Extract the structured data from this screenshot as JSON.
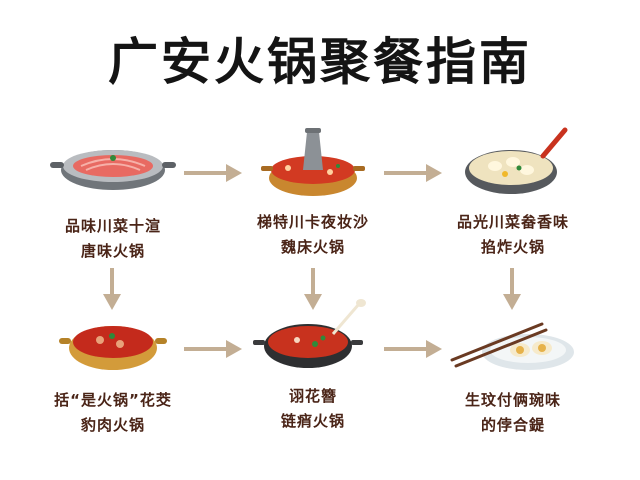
{
  "title": "广安火锅聚餐指南",
  "nodes": [
    {
      "id": "n1",
      "line1": "品味川菜十渲",
      "line2": "唐味火锅",
      "icon": "meat-platter-pot-icon"
    },
    {
      "id": "n2",
      "line1": "梯特川卡夜妆沙",
      "line2": "魏床火锅",
      "icon": "copper-chimney-hotpot-icon"
    },
    {
      "id": "n3",
      "line1": "品光川菜畚香味",
      "line2": "掐炸火锅",
      "icon": "egg-hotpot-with-ladle-icon"
    },
    {
      "id": "n4",
      "line1": "括“是火锅”花茭",
      "line2": "豹肉火锅",
      "icon": "golden-spicy-hotpot-icon"
    },
    {
      "id": "n5",
      "line1": "诩花簪",
      "line2": "链痟火锅",
      "icon": "black-pot-with-spoon-icon"
    },
    {
      "id": "n6",
      "line1": "生玟付俩琬味",
      "line2": "的侼合鍉",
      "icon": "chopsticks-dumplings-plate-icon"
    }
  ],
  "colors": {
    "arrow": "#c3ae94",
    "label": "#4a2417",
    "broth_red": "#c8321e",
    "pot_gray": "#6d7175",
    "copper": "#c9872f"
  }
}
